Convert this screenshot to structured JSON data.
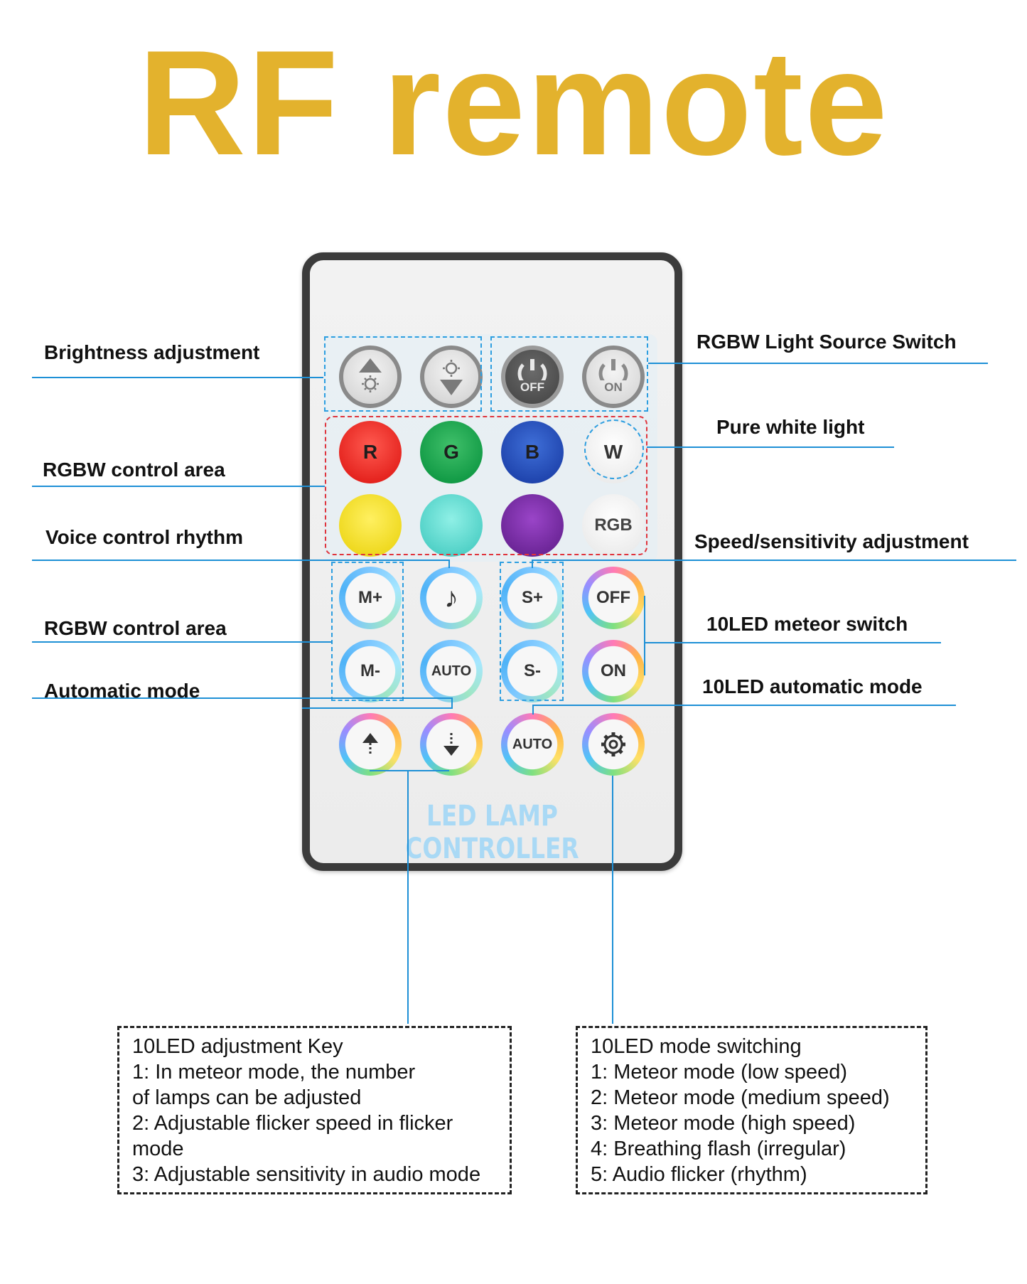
{
  "title": "RF remote",
  "colors": {
    "title": "#e3b22d",
    "callout_line": "#1e90d6",
    "dash_blue": "#2d9ee0",
    "dash_red": "#e0343c"
  },
  "remote": {
    "brand_text": "LED LAMP CONTROLLER",
    "buttons": {
      "brightness_up_icon": "arrow-up-sun-icon",
      "brightness_down_icon": "arrow-down-sun-icon",
      "off": "OFF",
      "on": "ON",
      "r": "R",
      "g": "G",
      "b": "B",
      "w": "W",
      "yellow_icon": "yellow-color-button",
      "cyan_icon": "cyan-color-button",
      "purple_icon": "purple-color-button",
      "rgb": "RGB",
      "m_plus": "M+",
      "music": "♪",
      "s_plus": "S+",
      "meteor_off": "OFF",
      "m_minus": "M-",
      "auto": "AUTO",
      "s_minus": "S-",
      "meteor_on": "ON",
      "up_icon": "arrow-up-icon",
      "down_icon": "arrow-down-icon",
      "led_auto": "AUTO",
      "settings_icon": "gear-icon"
    }
  },
  "labels": {
    "brightness": "Brightness adjustment",
    "rgbw_switch": "RGBW Light Source Switch",
    "pure_white": "Pure white light",
    "rgbw_control_1": "RGBW control area",
    "voice_rhythm": "Voice control rhythm",
    "speed_sensitivity": "Speed/sensitivity adjustment",
    "rgbw_control_2": "RGBW control area",
    "meteor_switch": "10LED meteor switch",
    "automatic_mode": "Automatic mode",
    "led_auto_mode": "10LED automatic mode"
  },
  "box_left": {
    "lines": [
      "10LED adjustment Key",
      "1: In meteor mode, the number",
      " of lamps can be adjusted",
      "2: Adjustable flicker speed in flicker",
      "mode",
      "3: Adjustable sensitivity in audio mode"
    ]
  },
  "box_right": {
    "lines": [
      "10LED mode switching",
      "1: Meteor mode (low speed)",
      "2: Meteor mode (medium speed)",
      "3: Meteor mode (high speed)",
      "4: Breathing flash (irregular)",
      "5: Audio flicker (rhythm)"
    ]
  }
}
